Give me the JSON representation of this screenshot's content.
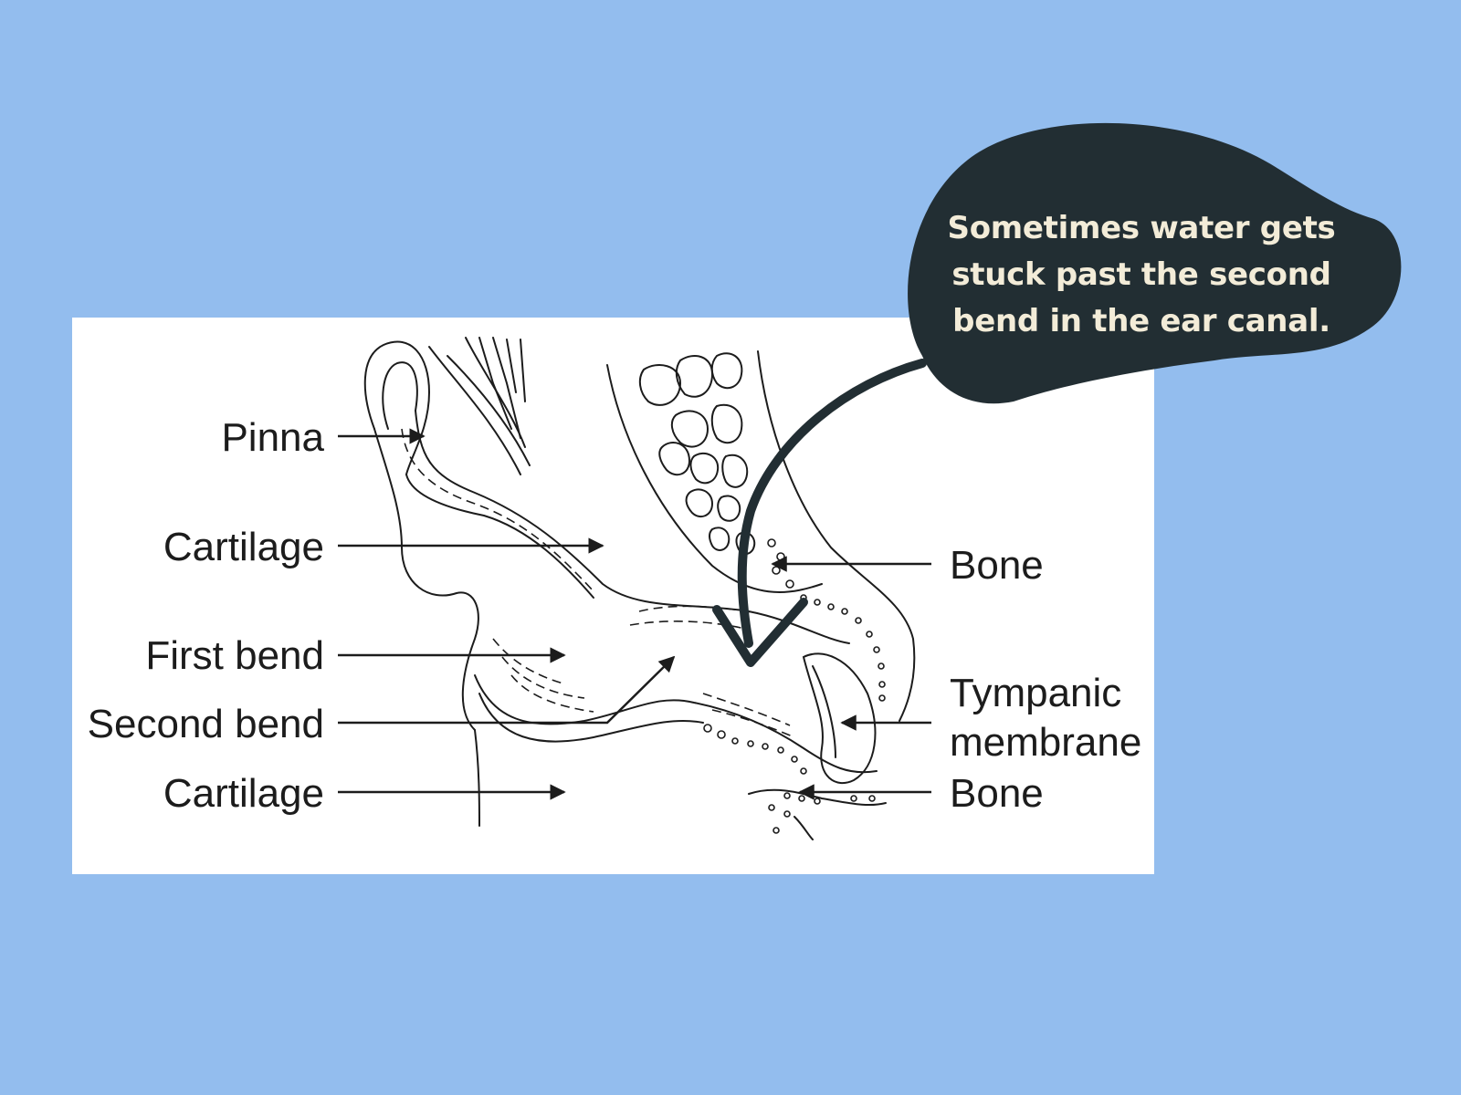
{
  "labels": {
    "pinna": "Pinna",
    "cartilage_upper": "Cartilage",
    "first_bend": "First bend",
    "second_bend": "Second bend",
    "cartilage_lower": "Cartilage",
    "bone_upper": "Bone",
    "tympanic_line1": "Tympanic",
    "tympanic_line2": "membrane",
    "bone_lower": "Bone"
  },
  "callout": {
    "text": "Sometimes  water gets stuck past the second bend in the ear canal."
  },
  "colors": {
    "background": "#93bdee",
    "panel": "#ffffff",
    "callout_fill": "#222e33",
    "callout_text": "#f3ecd8",
    "line": "#1c1c1c"
  }
}
